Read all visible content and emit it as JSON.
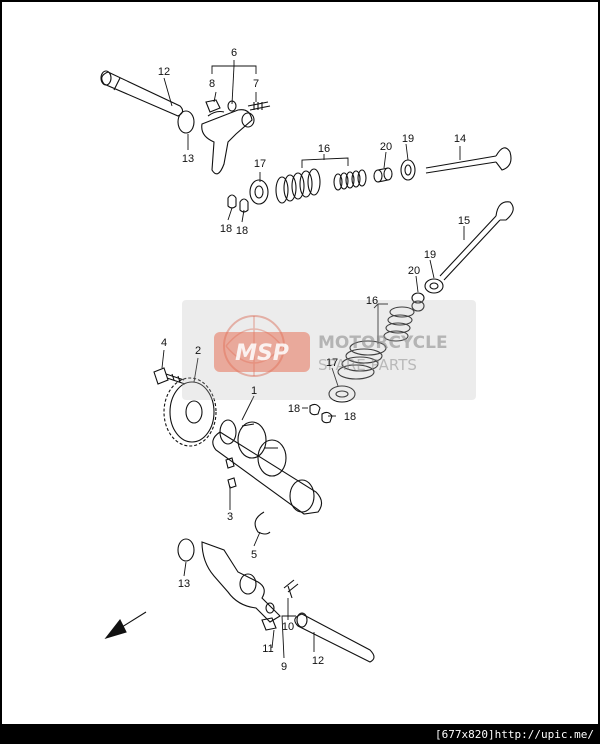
{
  "labels": {
    "p1": "1",
    "p2": "2",
    "p3": "3",
    "p4": "4",
    "p5": "5",
    "p6": "6",
    "p7": "7",
    "p8": "8",
    "p9": "9",
    "p10": "10",
    "p11": "11",
    "p12a": "12",
    "p12b": "12",
    "p13a": "13",
    "p13b": "13",
    "p14": "14",
    "p15": "15",
    "p16a": "16",
    "p16b": "16",
    "p17a": "17",
    "p17b": "17",
    "p18a": "18",
    "p18b": "18",
    "p18c": "18",
    "p18d": "18",
    "p19a": "19",
    "p19b": "19",
    "p20a": "20",
    "p20b": "20"
  },
  "watermark": {
    "logo": "MSP",
    "line1": "MOTORCYCLE",
    "line2": "SPARE PARTS"
  },
  "footer": {
    "text": "[677x820]http://upic.me/"
  }
}
